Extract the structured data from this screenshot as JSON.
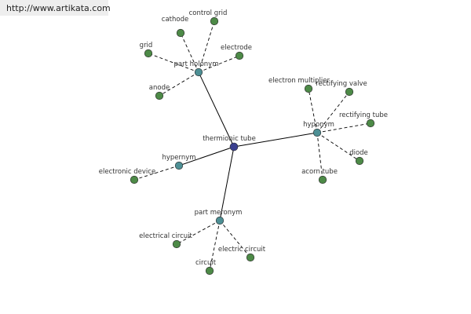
{
  "banner": {
    "url": "http://www.artikata.com"
  },
  "colors": {
    "center": "#3a3f8f",
    "relation": "#4d8f94",
    "leaf": "#4d8a47",
    "edge": "#000000",
    "label": "#333333"
  },
  "graph": {
    "center": {
      "id": "center",
      "label": "thermionic tube"
    },
    "relations": [
      {
        "id": "holonym",
        "label": "part holonym",
        "leaves": [
          "cathode",
          "control grid",
          "grid",
          "electrode",
          "anode"
        ]
      },
      {
        "id": "hyponym",
        "label": "hyponym",
        "leaves": [
          "electron multiplier",
          "rectifying valve",
          "rectifying tube",
          "diode",
          "acorn tube"
        ]
      },
      {
        "id": "hypernym",
        "label": "hypernym",
        "leaves": [
          "electronic device"
        ]
      },
      {
        "id": "meronym",
        "label": "part meronym",
        "leaves": [
          "electrical circuit",
          "electric circuit",
          "circuit"
        ]
      }
    ]
  }
}
